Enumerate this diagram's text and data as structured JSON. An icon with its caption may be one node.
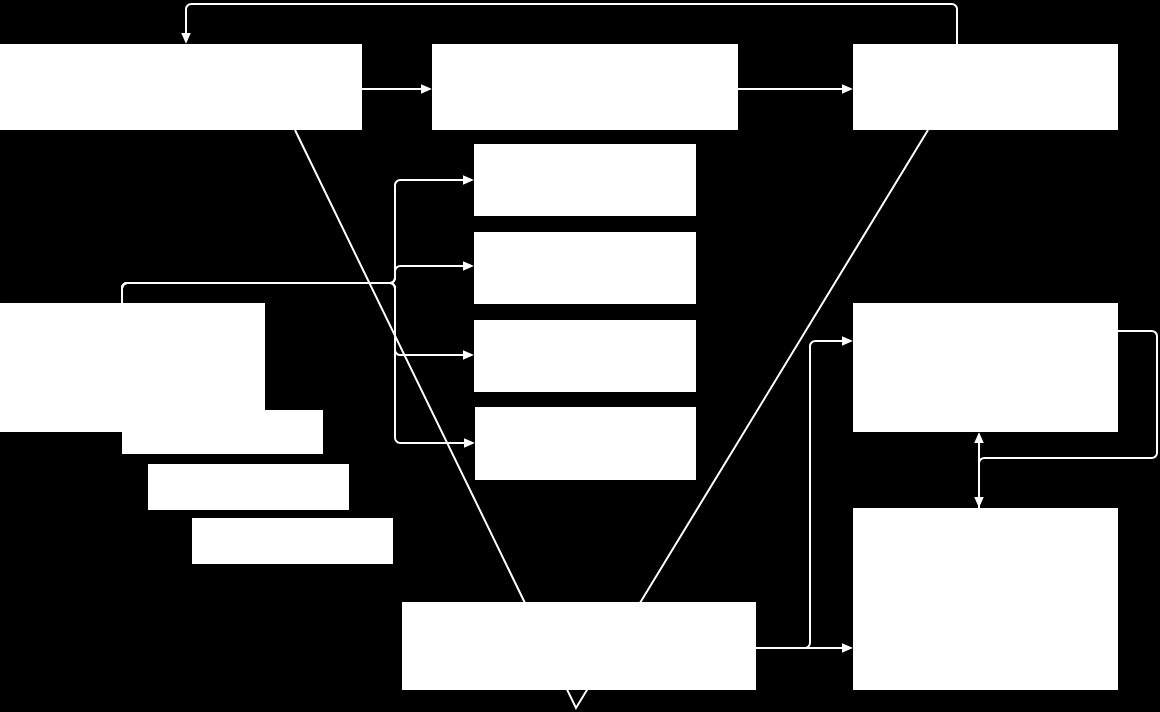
{
  "diagram": {
    "nodes": [
      {
        "text": [],
        "shape": "box"
      },
      {
        "text": [],
        "shape": "box"
      },
      {
        "text": [],
        "shape": "box"
      },
      {
        "text": [],
        "shape": "box"
      },
      {
        "text": [],
        "shape": "box"
      },
      {
        "text": [],
        "shape": "box"
      },
      {
        "text": [],
        "shape": "box"
      },
      {
        "text": [],
        "shape": "box"
      },
      {
        "text": [],
        "shape": "box"
      },
      {
        "text": [],
        "shape": "box"
      },
      {
        "text": [],
        "shape": "box"
      },
      {
        "text": [],
        "shape": "box"
      },
      {
        "text": [],
        "shape": "box"
      },
      {
        "text": [],
        "shape": "box"
      }
    ],
    "edges": [
      {
        "from": 0,
        "to": 1,
        "arrow": "to"
      },
      {
        "from": 1,
        "to": 2,
        "arrow": "to"
      },
      {
        "from": 2,
        "to": 0,
        "arrow": "to"
      },
      {
        "from": 7,
        "to": 3,
        "arrow": "to"
      },
      {
        "from": 7,
        "to": 4,
        "arrow": "to"
      },
      {
        "from": 7,
        "to": 5,
        "arrow": "to"
      },
      {
        "from": 7,
        "to": 6,
        "arrow": "to"
      },
      {
        "from": 11,
        "to": 13,
        "arrow": "to"
      },
      {
        "from": 11,
        "to": 12,
        "arrow": "to"
      },
      {
        "from": 12,
        "to": 13,
        "arrow": "both"
      },
      {
        "from": 12,
        "to": 13,
        "arrow": "none"
      }
    ]
  }
}
